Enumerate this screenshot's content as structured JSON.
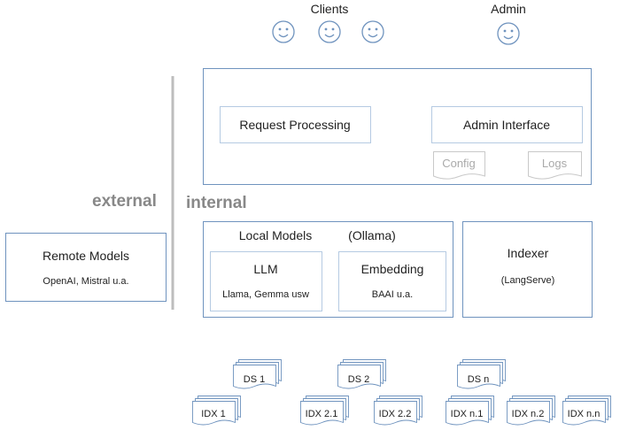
{
  "colors": {
    "box_border": "#6f93be",
    "ghost_border": "#c9c9c9",
    "divider": "#bdbdbd",
    "zone_label": "#888888",
    "smiley_stroke": "#6f93be",
    "smiley_fill": "#ffffff"
  },
  "actors": {
    "clients_label": "Clients",
    "admin_label": "Admin",
    "client_icon": "smiley-icon",
    "admin_icon": "smiley-icon"
  },
  "zones": {
    "external": "external",
    "internal": "internal"
  },
  "server": {
    "request_processing": "Request Processing",
    "admin_interface": "Admin Interface",
    "config": "Config",
    "logs": "Logs"
  },
  "remote_models": {
    "title": "Remote Models",
    "subtitle": "OpenAI, Mistral u.a."
  },
  "local_models": {
    "title": "Local Models",
    "runtime": "(Ollama)",
    "llm": {
      "title": "LLM",
      "subtitle": "Llama, Gemma usw"
    },
    "embedding": {
      "title": "Embedding",
      "subtitle": "BAAI u.a."
    }
  },
  "indexer": {
    "title": "Indexer",
    "subtitle": "(LangServe)"
  },
  "data_sources": [
    "DS 1",
    "DS 2",
    "DS n"
  ],
  "indexes": [
    "IDX 1",
    "IDX 2.1",
    "IDX 2.2",
    "IDX n.1",
    "IDX n.2",
    "IDX n.n"
  ]
}
